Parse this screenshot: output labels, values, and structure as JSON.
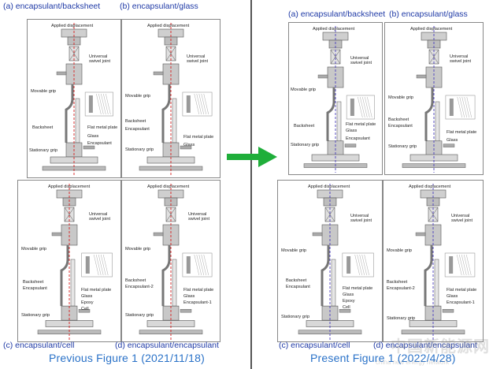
{
  "left": {
    "captions": {
      "a": "(a) encapsulant/backsheet",
      "b": "(b) encapsulant/glass",
      "c": "(c) encapsulant/cell",
      "d": "(d) encapsulant/encapsulant"
    },
    "footer": "Previous Figure 1 (2021/11/18)"
  },
  "right": {
    "captions": {
      "a": "(a) encapsulant/backsheet",
      "b": "(b) encapsulant/glass",
      "c": "(c) encapsulant/cell",
      "d": "(d) encapsulant/encapsulant"
    },
    "footer": "Present Figure 1 (2022/4/28)"
  },
  "panels": {
    "a": {
      "applied": "Applied displacement",
      "universal": "Universal",
      "swivel": "swivel joint",
      "movable": "Movable grip",
      "backsheet": "Backsheet",
      "flat": "Flat metal plate",
      "glass": "Glass",
      "encap": "Encapsulant",
      "stationary": "Stationary grip"
    },
    "b": {
      "applied": "Applied displacement",
      "universal": "Universal",
      "swivel": "swivel joint",
      "movable": "Movable grip",
      "backsheet": "Backsheet",
      "encapsulant": "Encapsulant",
      "flat": "Flat metal plate",
      "glass": "Glass",
      "stationary": "Stationary grip"
    },
    "c": {
      "applied": "Applied displacement",
      "universal": "Universal",
      "swivel": "swivel joint",
      "movable": "Movable grip",
      "backsheet": "Backsheet",
      "encapsulant": "Encapsulant",
      "flat": "Flat metal plate",
      "glass": "Glass",
      "epoxy": "Epoxy",
      "cell": "Cell",
      "stationary": "Stationary grip"
    },
    "d": {
      "applied": "Applied displacement",
      "universal": "Universal",
      "swivel": "swivel joint",
      "movable": "Movable grip",
      "backsheet": "Backsheet",
      "encapsulant2": "Encapsulant-2",
      "flat": "Flat metal plate",
      "glass": "Glass",
      "encapsulant1": "Encapsulant-1",
      "stationary": "Stationary grip"
    }
  },
  "colors": {
    "previous_axis": "#d82020",
    "present_axis": "#4a3dbd",
    "arrow": "#1fae3a",
    "caption": "#1f3aa6",
    "footer": "#2a72c8"
  },
  "watermark": {
    "main": "中国新能源网",
    "sub": "china new energy network"
  }
}
